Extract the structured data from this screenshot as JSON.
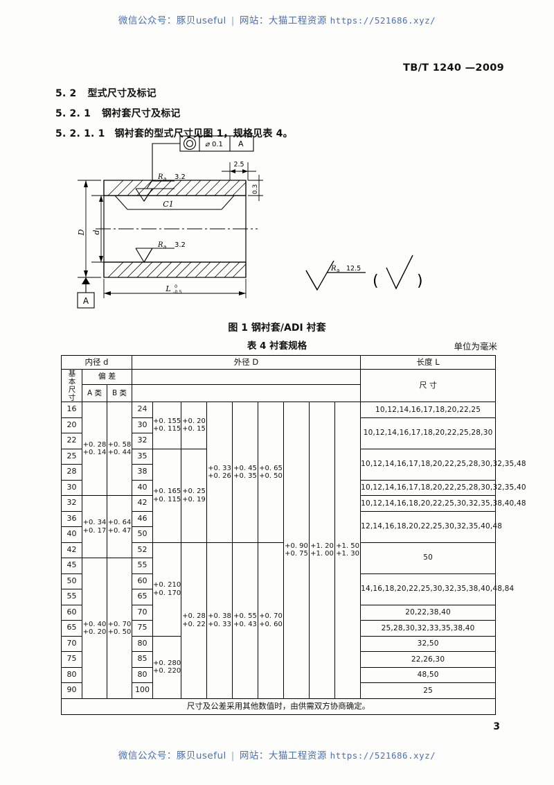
{
  "watermark": {
    "wechat_label": "微信公众号：",
    "wechat_value": "豚贝useful",
    "separator": "|",
    "site_label": "网站：",
    "site_value": "大猫工程资源",
    "url": "https://521686.xyz/"
  },
  "header": {
    "standard_no": "TB/T 1240 —2009"
  },
  "headings": [
    {
      "num": "5. 2",
      "text": "型式尺寸及标记"
    },
    {
      "num": "5. 2. 1",
      "text": "钢衬套尺寸及标记"
    },
    {
      "num": "5. 2. 1. 1",
      "text": "钢衬套的型式尺寸见图 1，规格见表 4。"
    }
  ],
  "figure": {
    "tolerance_frame": {
      "symbol": "◎",
      "value": "⌀ 0.1",
      "datum": "A"
    },
    "roughness_top": {
      "symbol": "Ra",
      "value": "3.2"
    },
    "roughness_bottom": {
      "symbol": "Ra",
      "value": "3.2"
    },
    "roughness_general": {
      "symbol": "Ra",
      "value": "12.5"
    },
    "paren_open": "(",
    "paren_close": ")",
    "dim_chamfer": "C1",
    "dim_2_5": "2.5",
    "dim_0_3": "0.3",
    "dim_D": "D",
    "dim_d": "d",
    "dim_L": "L",
    "dim_L_upper": "0",
    "dim_L_lower": "-0.5",
    "datum_label": "A"
  },
  "captions": {
    "figure": "图 1   钢衬套/ADI 衬套",
    "table": "表 4   衬套规格",
    "unit": "单位为毫米"
  },
  "table": {
    "headers": {
      "inner": "内径 d",
      "outer": "外径 D",
      "length": "长度 L",
      "basic_size": "基本尺寸",
      "deviation": "偏    差",
      "class_a": "A 类",
      "class_b": "B 类",
      "size": "尺   寸"
    },
    "d_values": [
      "16",
      "20",
      "22",
      "25",
      "28",
      "30",
      "32",
      "36",
      "40",
      "42",
      "45",
      "50",
      "55",
      "60",
      "65",
      "70",
      "75",
      "80",
      "90"
    ],
    "d_tolerances": [
      {
        "upper": "+0. 28",
        "lower": "+0. 14",
        "rows": 6
      },
      {
        "upper": "+0. 34",
        "lower": "+0. 17",
        "rows": 4
      },
      {
        "upper": "+0. 40",
        "lower": "+0. 20",
        "rows": 9
      }
    ],
    "d_tolerances_b": [
      {
        "upper": "+0. 58",
        "lower": "+0. 44",
        "rows": 6
      },
      {
        "upper": "+0. 64",
        "lower": "+0. 47",
        "rows": 4
      },
      {
        "upper": "+0. 70",
        "lower": "+0. 50",
        "rows": 9
      }
    ],
    "D_values": [
      "24",
      "30",
      "32",
      "35",
      "38",
      "40",
      "42",
      "46",
      "50",
      "52",
      "55",
      "60",
      "65",
      "70",
      "75",
      "80",
      "85",
      "80",
      "100"
    ],
    "D_tol_col1": [
      {
        "upper": "+0. 155",
        "lower": "+0. 115",
        "rows": 3
      },
      {
        "upper": "+0. 165",
        "lower": "+0. 115",
        "rows": 6
      },
      {
        "upper": "+0. 210",
        "lower": "+0. 170",
        "rows": 6
      },
      {
        "upper": "+0. 280",
        "lower": "+0. 220",
        "rows": 4
      }
    ],
    "D_tol_col2": [
      {
        "upper": "+0. 20",
        "lower": "+0. 15",
        "rows": 3
      },
      {
        "upper": "+0. 25",
        "lower": "+0. 19",
        "rows": 6
      },
      {
        "upper": "+0. 28",
        "lower": "+0. 22",
        "rows": 10
      }
    ],
    "D_tol_col3": [
      {
        "upper": "+0. 33",
        "lower": "+0. 26",
        "rows": 9
      },
      {
        "upper": "+0. 38",
        "lower": "+0. 33",
        "rows": 10
      }
    ],
    "D_tol_col4": [
      {
        "upper": "+0. 45",
        "lower": "+0. 35",
        "rows": 9
      },
      {
        "upper": "+0. 55",
        "lower": "+0. 43",
        "rows": 10
      }
    ],
    "D_tol_col5": [
      {
        "upper": "+0. 65",
        "lower": "+0. 50",
        "rows": 9
      },
      {
        "upper": "+0. 70",
        "lower": "+0. 60",
        "rows": 10
      }
    ],
    "D_tol_col6": [
      {
        "upper": "+0. 90",
        "lower": "+0. 75",
        "rows": 19
      }
    ],
    "D_tol_col7": [
      {
        "upper": "+1. 20",
        "lower": "+1. 00",
        "rows": 19
      }
    ],
    "D_tol_col8": [
      {
        "upper": "+1. 50",
        "lower": "+1. 30",
        "rows": 19
      }
    ],
    "L_values": [
      {
        "text": "10,12,14,16,17,18,20,22,25",
        "rows": 1
      },
      {
        "text": "10,12,14,16,17,18,20,22,25,28,30",
        "rows": 2
      },
      {
        "text": "10,12,14,16,17,18,20,22,25,28,30,32,35,48",
        "rows": 2
      },
      {
        "text": "10,12,14,16,17,18,20,22,25,28,30,32,35,40",
        "rows": 1
      },
      {
        "text": "10,12,14,16,18,20,22,25,30,32,35,38,40,48",
        "rows": 1
      },
      {
        "text": "12,14,16,18,20,22,25,30,32,35,40,48",
        "rows": 2
      },
      {
        "text": "50",
        "rows": 2
      },
      {
        "text": "14,16,18,20,22,25,30,32,35,38,40,48,84",
        "rows": 2
      },
      {
        "text": "20,22,38,40",
        "rows": 1
      },
      {
        "text": "25,28,30,32,33,35,38,40",
        "rows": 1
      },
      {
        "text": "32,50",
        "rows": 1
      },
      {
        "text": "22,26,30",
        "rows": 1
      },
      {
        "text": "48,50",
        "rows": 1
      },
      {
        "text": "25",
        "rows": 1
      },
      {
        "text": "25",
        "rows": 1
      }
    ],
    "note": "尺寸及公差采用其他数值时，由供需双方协商确定。"
  },
  "footer": {
    "page_number": "3"
  }
}
